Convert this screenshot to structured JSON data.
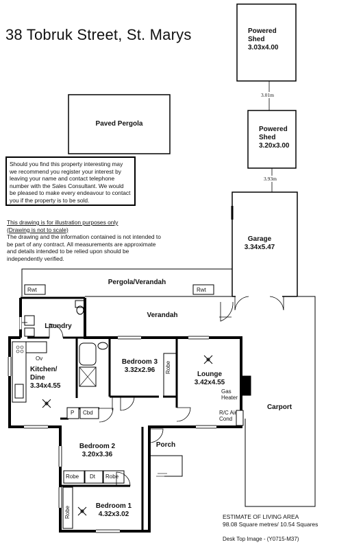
{
  "title": "38 Tobruk Street, St. Marys",
  "note": "Should you find this property interesting may we recommend you register your interest by leaving your name and contact telephone number with the Sales Consultant. We would be pleased to make every endeavour to contact you if the property is to be sold.",
  "disclaimer": {
    "line1": "This drawing is for illustration purposes only",
    "line2": "(Drawing is not to scale)",
    "body": "The drawing and the information contained is not intended to be part of any contract.  All measurements are approximate and details intended to be relied upon should be independently verified."
  },
  "rooms": {
    "shed1_name": "Powered Shed",
    "shed1_dim": "3.03x4.00",
    "shed2_name": "Powered Shed",
    "shed2_dim": "3.20x3.00",
    "pergola": "Paved Pergola",
    "garage_name": "Garage",
    "garage_dim": "3.34x5.47",
    "pergola_verandah": "Pergola/Verandah",
    "verandah": "Verandah",
    "laundry": "Laundry",
    "kitchen_name": "Kitchen/ Dine",
    "kitchen_dim": "3.34x4.55",
    "bed3_name": "Bedroom 3",
    "bed3_dim": "3.32x2.96",
    "lounge_name": "Lounge",
    "lounge_dim": "3.42x4.55",
    "bed2_name": "Bedroom 2",
    "bed2_dim": "3.20x3.36",
    "bed1_name": "Bedroom 1",
    "bed1_dim": "4.32x3.02",
    "porch": "Porch",
    "carport": "Carport"
  },
  "fixtures": {
    "rwt1": "Rwt",
    "rwt2": "Rwt",
    "ov": "Ov",
    "p": "P",
    "cbd": "Cbd",
    "robe_bed3": "Robe",
    "robe_bed2a": "Robe",
    "dt": "Dt",
    "robe_bed2b": "Robe",
    "robe_bed1": "Robe",
    "gas_heater": "Gas Heater",
    "aircond": "R/C Air Cond"
  },
  "distances": {
    "shed_gap": "3.01m",
    "garage_gap": "3.93m"
  },
  "estimate": {
    "heading": "ESTIMATE OF LIVING AREA",
    "value": "98.08 Square metres/  10.54 Squares"
  },
  "footer": "Desk Top Image - (Y0715-M37)"
}
